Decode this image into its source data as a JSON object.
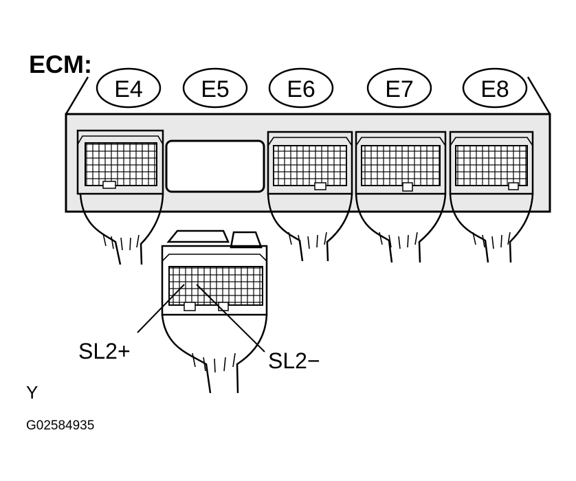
{
  "title": "ECM:",
  "connectors": [
    {
      "id": "e4",
      "label": "E4"
    },
    {
      "id": "e5",
      "label": "E5"
    },
    {
      "id": "e6",
      "label": "E6"
    },
    {
      "id": "e7",
      "label": "E7"
    },
    {
      "id": "e8",
      "label": "E8"
    }
  ],
  "terminals": {
    "positive": "SL2+",
    "negative": "SL2−"
  },
  "connector_y": "Y",
  "figure_code": "G02584935"
}
